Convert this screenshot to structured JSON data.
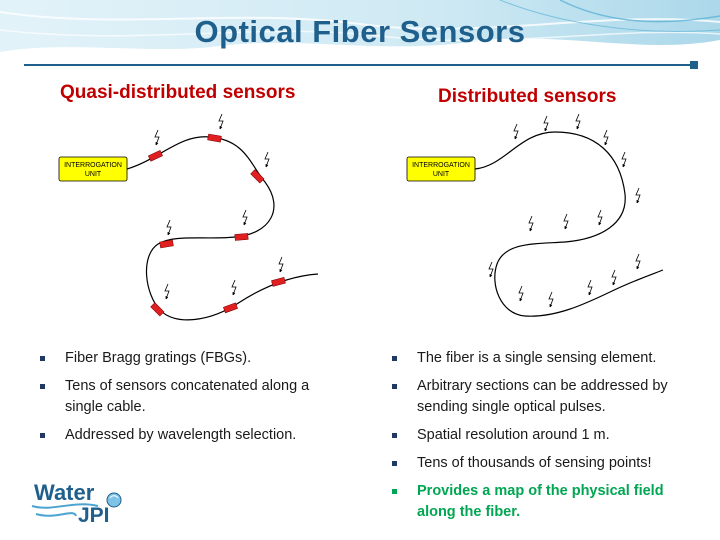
{
  "title": "Optical Fiber Sensors",
  "left": {
    "heading": "Quasi-distributed sensors",
    "unit_label_lines": [
      "INTERROGATION",
      "UNIT"
    ],
    "bullets": [
      "Fiber Bragg gratings (FBGs).",
      "Tens of sensors concatenated along a single cable.",
      "Addressed by wavelength selection."
    ]
  },
  "right": {
    "heading": "Distributed sensors",
    "unit_label_lines": [
      "INTERROGATION",
      "UNIT"
    ],
    "bullets": [
      "The fiber is a single sensing element.",
      "Arbitrary sections can be addressed by sending single optical pulses.",
      "Spatial resolution around 1 m.",
      "Tens of thousands of sensing points!"
    ],
    "highlight_bullet": "Provides a map of the physical field along the fiber."
  },
  "logo": {
    "word1": "Water",
    "word2": "JPI"
  },
  "colors": {
    "title": "#1F5F8B",
    "heading": "#C00000",
    "unit_box": "#FFFF00",
    "sensor": "#E02020",
    "highlight": "#00A651"
  },
  "icons": [
    "lightning-bolt-icon",
    "square-bullet-icon",
    "water-drop-icon"
  ]
}
